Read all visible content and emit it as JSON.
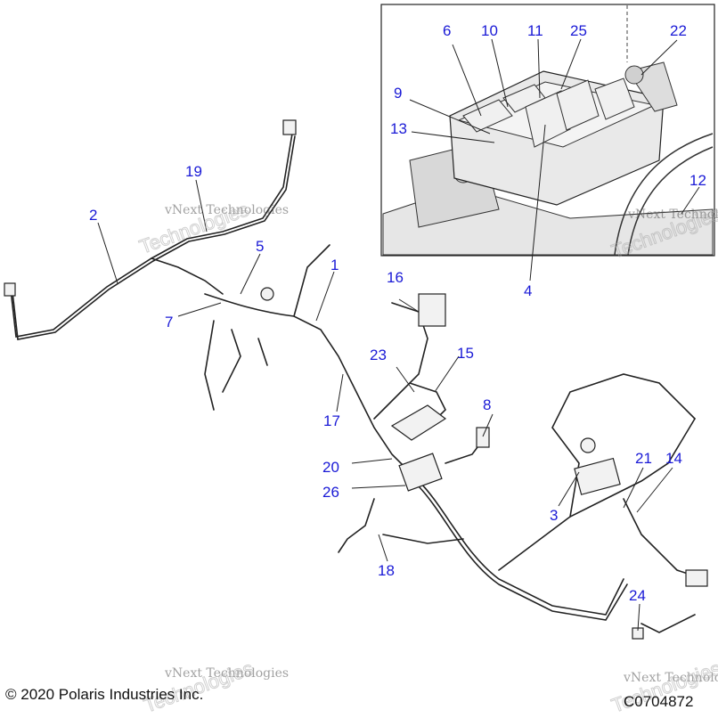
{
  "callouts": [
    {
      "id": "1",
      "label": "1"
    },
    {
      "id": "2",
      "label": "2"
    },
    {
      "id": "3",
      "label": "3"
    },
    {
      "id": "4",
      "label": "4"
    },
    {
      "id": "5",
      "label": "5"
    },
    {
      "id": "6",
      "label": "6"
    },
    {
      "id": "7",
      "label": "7"
    },
    {
      "id": "8",
      "label": "8"
    },
    {
      "id": "9",
      "label": "9"
    },
    {
      "id": "10",
      "label": "10"
    },
    {
      "id": "11",
      "label": "11"
    },
    {
      "id": "12",
      "label": "12"
    },
    {
      "id": "13",
      "label": "13"
    },
    {
      "id": "14",
      "label": "14"
    },
    {
      "id": "15",
      "label": "15"
    },
    {
      "id": "16",
      "label": "16"
    },
    {
      "id": "17",
      "label": "17"
    },
    {
      "id": "18",
      "label": "18"
    },
    {
      "id": "19",
      "label": "19"
    },
    {
      "id": "20",
      "label": "20"
    },
    {
      "id": "21",
      "label": "21"
    },
    {
      "id": "22",
      "label": "22"
    },
    {
      "id": "23",
      "label": "23"
    },
    {
      "id": "24",
      "label": "24"
    },
    {
      "id": "25",
      "label": "25"
    },
    {
      "id": "26",
      "label": "26"
    }
  ],
  "watermark": {
    "line1": "vNext Technologies",
    "line2": "Technologies"
  },
  "footer": {
    "copyright": "© 2020 Polaris Industries Inc.",
    "drawing_number": "C0704872"
  },
  "colors": {
    "callout": "#1a1ad6",
    "line": "#222222",
    "inset_fill": "#e6e6e6"
  }
}
